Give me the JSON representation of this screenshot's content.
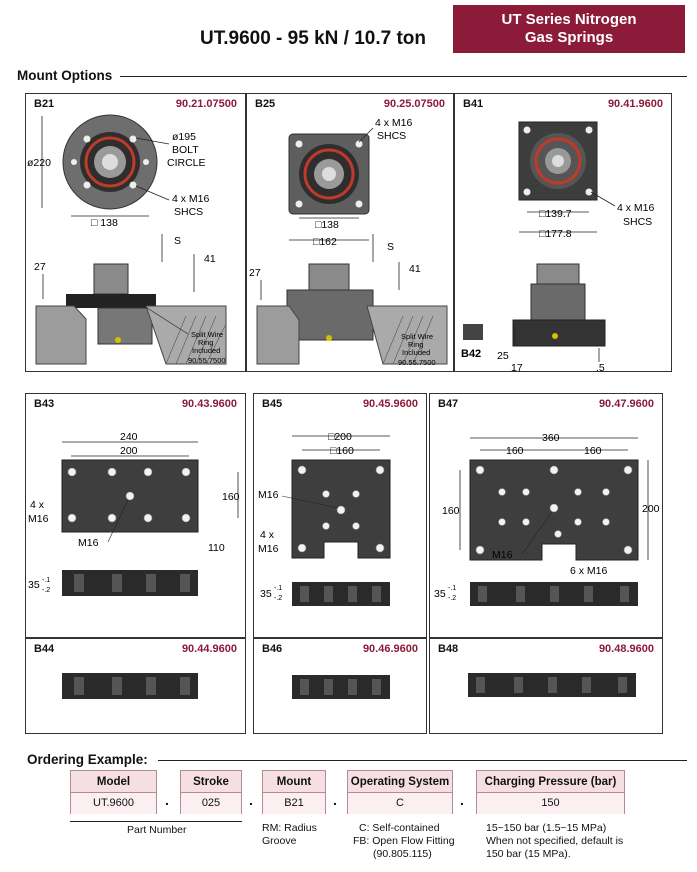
{
  "header": {
    "title": "UT.9600 - 95 kN / 10.7 ton",
    "series_line1": "UT Series Nitrogen",
    "series_line2": "Gas Springs"
  },
  "mount_options": {
    "heading": "Mount Options",
    "panels": [
      {
        "code": "B21",
        "part": "90.21.07500"
      },
      {
        "code": "B25",
        "part": "90.25.07500"
      },
      {
        "code": "B41",
        "part": "90.41.9600"
      },
      {
        "code": "B43",
        "part": "90.43.9600"
      },
      {
        "code": "B45",
        "part": "90.45.9600"
      },
      {
        "code": "B47",
        "part": "90.47.9600"
      },
      {
        "code": "B44",
        "part": "90.44.9600"
      },
      {
        "code": "B46",
        "part": "90.46.9600"
      },
      {
        "code": "B48",
        "part": "90.48.9600"
      }
    ],
    "b21": {
      "bolt_circle_dia": "ø195",
      "bolt_circle_l1": "BOLT",
      "bolt_circle_l2": "CIRCLE",
      "outer_dia": "ø220",
      "screws_l1": "4 x M16",
      "screws_l2": "SHCS",
      "square": "□ 138",
      "stroke": "S",
      "dim_41": "41",
      "dim_27": "27",
      "ring_l1": "Split Wire",
      "ring_l2": "Ring",
      "ring_l3": "Included",
      "ring_l4": "90.55.7500"
    },
    "b25": {
      "screws_l1": "4 x M16",
      "screws_l2": "SHCS",
      "square_138": "□138",
      "square_162": "□162",
      "stroke": "S",
      "dim_41": "41",
      "dim_27": "27",
      "ring_l1": "Split Wire",
      "ring_l2": "Ring",
      "ring_l3": "Included",
      "ring_l4": "90.55.7500"
    },
    "b41": {
      "square_1397": "□139.7",
      "square_1778": "□177.8",
      "screws_l1": "4 x M16",
      "screws_l2": "SHCS",
      "b42_label": "B42",
      "dim_25": "25",
      "dim_17": "17",
      "dim_05": ".5"
    },
    "b43": {
      "dim_240": "240",
      "dim_200": "200",
      "dim_160": "160",
      "dim_110": "110",
      "screws_l1": "4 x",
      "screws_l2": "M16",
      "center": "M16",
      "thickness": "35",
      "tol_top": "-.1",
      "tol_bot": "-.2"
    },
    "b45": {
      "sq_200": "□200",
      "sq_160": "□160",
      "center": "M16",
      "screws_l1": "4 x",
      "screws_l2": "M16",
      "thickness": "35",
      "tol_top": "-.1",
      "tol_bot": "-.2"
    },
    "b47": {
      "dim_360": "360",
      "dim_160a": "160",
      "dim_160b": "160",
      "dim_160v": "160",
      "dim_200": "200",
      "center": "M16",
      "screws": "6 x M16",
      "thickness": "35",
      "tol_top": "-.1",
      "tol_bot": "-.2"
    }
  },
  "ordering": {
    "heading": "Ordering Example:",
    "fields": [
      {
        "label": "Model",
        "value": "UT.9600"
      },
      {
        "label": "Stroke",
        "value": "025"
      },
      {
        "label": "Mount",
        "value": "B21"
      },
      {
        "label": "Operating System",
        "value": "C"
      },
      {
        "label": "Charging Pressure (bar)",
        "value": "150"
      }
    ],
    "separator": ".",
    "part_number_note": "Part Number",
    "mount_note": [
      "RM: Radius",
      "Groove"
    ],
    "os_note": [
      "C: Self-contained",
      "FB: Open Flow Fitting",
      "(90.805.115)"
    ],
    "pressure_note": [
      "15~150 bar (1.5~15 MPa)",
      "When not specified, default is",
      "150 bar (15 MPa)."
    ]
  },
  "colors": {
    "accent": "#8c1b3a",
    "order_box": "#f6dfe3",
    "metal_dark": "#3a3a3a",
    "metal_mid": "#6e6e6e",
    "seal_red": "#c0392b"
  }
}
